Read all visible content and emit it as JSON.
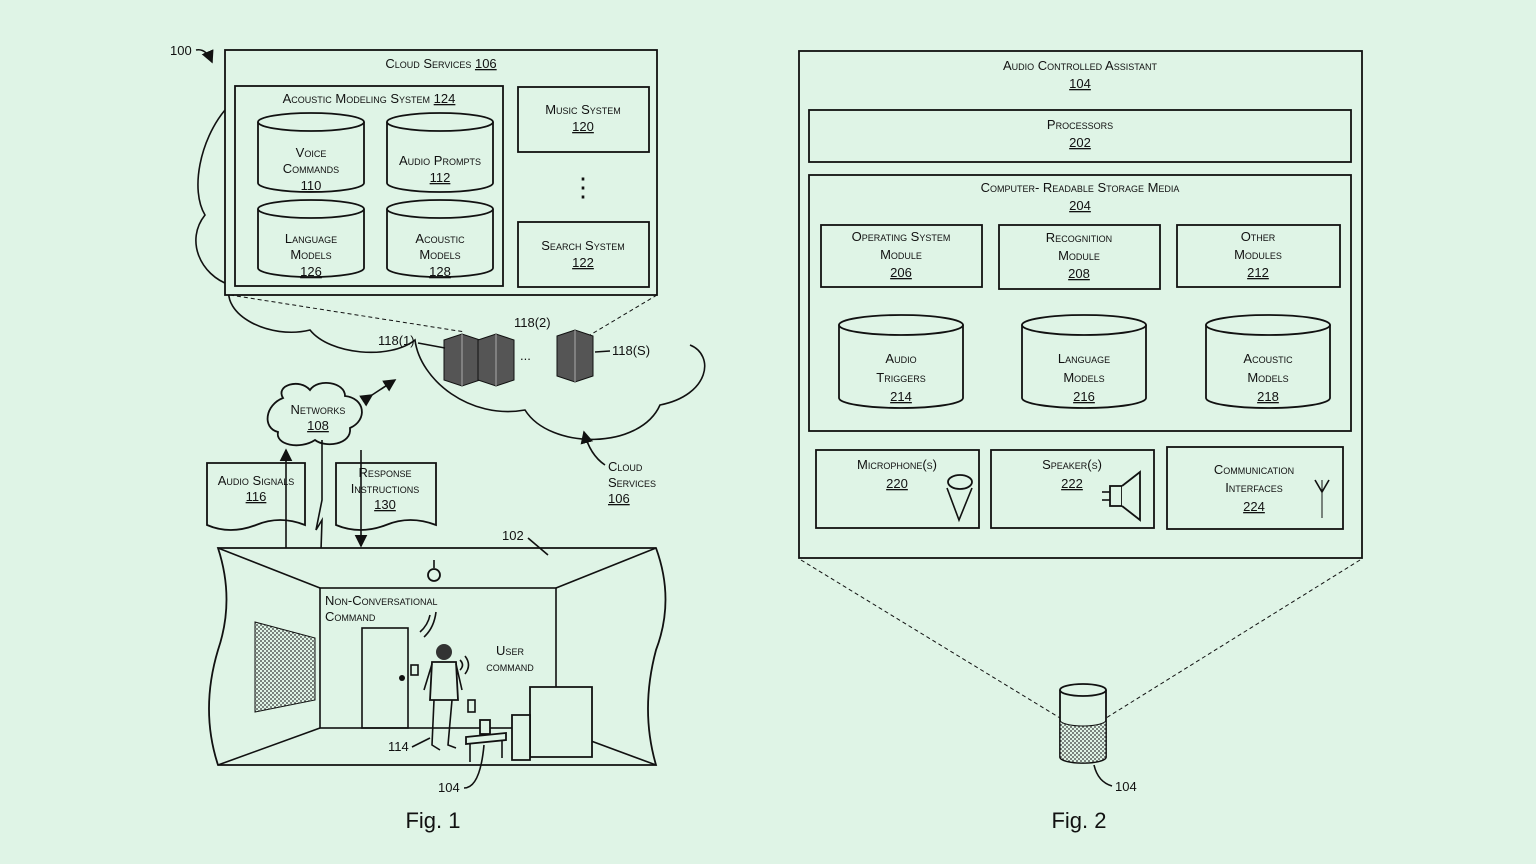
{
  "fig1": {
    "caption": "Fig. 1",
    "system_ref": "100",
    "cloud_services": {
      "label": "Cloud Services",
      "ref": "106"
    },
    "acoustic_system": {
      "label": "Acoustic Modeling System",
      "ref": "124"
    },
    "databases": [
      {
        "line1": "Voice",
        "line2": "Commands",
        "ref": "110"
      },
      {
        "line1": "Audio Prompts",
        "line2": "",
        "ref": "112"
      },
      {
        "line1": "Language",
        "line2": "Models",
        "ref": "126"
      },
      {
        "line1": "Acoustic",
        "line2": "Models",
        "ref": "128"
      }
    ],
    "music_system": {
      "label": "Music System",
      "ref": "120"
    },
    "search_system": {
      "label": "Search System",
      "ref": "122"
    },
    "ellipsis": "⋮",
    "servers": {
      "s1": "118(1)",
      "s2": "118(2)",
      "sn": "118(S)",
      "dots": "..."
    },
    "networks": {
      "label": "Networks",
      "ref": "108"
    },
    "audio_signals": {
      "label": "Audio Signals",
      "ref": "116"
    },
    "response": {
      "line1": "Response",
      "line2": "Instructions",
      "ref": "130"
    },
    "cloud_label": {
      "line1": "Cloud",
      "line2": "Services",
      "ref": "106"
    },
    "room_ref": "102",
    "non_conv": {
      "line1": "Non-Conversational",
      "line2": "Command"
    },
    "user_command": {
      "line1": "User",
      "line2": "command"
    },
    "user_ref": "114",
    "device_ref": "104"
  },
  "fig2": {
    "caption": "Fig. 2",
    "assistant": {
      "label": "Audio Controlled Assistant",
      "ref": "104"
    },
    "processors": {
      "label": "Processors",
      "ref": "202"
    },
    "storage": {
      "label": "Computer- Readable Storage Media",
      "ref": "204"
    },
    "modules": [
      {
        "line1": "Operating System",
        "line2": "Module",
        "ref": "206"
      },
      {
        "line1": "Recognition",
        "line2": "Module",
        "ref": "208"
      },
      {
        "line1": "Other",
        "line2": "Modules",
        "ref": "212"
      }
    ],
    "stores": [
      {
        "line1": "Audio",
        "line2": "Triggers",
        "ref": "214"
      },
      {
        "line1": "Language",
        "line2": "Models",
        "ref": "216"
      },
      {
        "line1": "Acoustic",
        "line2": "Models",
        "ref": "218"
      }
    ],
    "io": [
      {
        "line1": "Microphone(s)",
        "line2": "",
        "ref": "220"
      },
      {
        "line1": "Speaker(s)",
        "line2": "",
        "ref": "222"
      },
      {
        "line1": "Communication",
        "line2": "Interfaces",
        "ref": "224"
      }
    ],
    "device_ref": "104"
  }
}
